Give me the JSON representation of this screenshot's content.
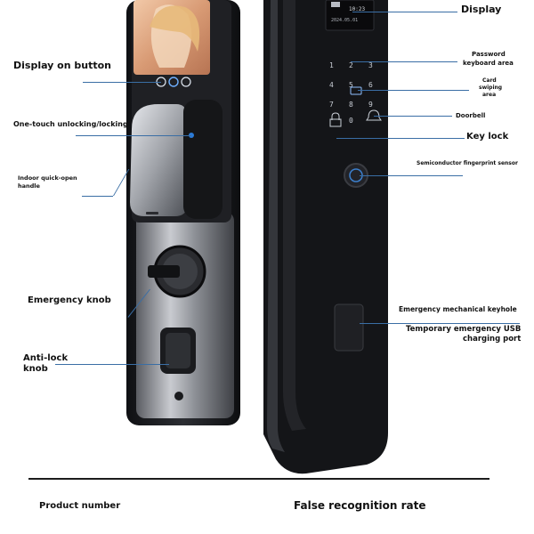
{
  "labels": {
    "display_on_button": "Display on button",
    "one_touch": "One-touch unlocking/locking",
    "indoor_handle_1": "Indoor quick-open",
    "indoor_handle_2": "handle",
    "emergency_knob": "Emergency knob",
    "anti_lock_1": "Anti-lock",
    "anti_lock_2": "knob",
    "display": "Display",
    "password_1": "Password",
    "password_2": "keyboard area",
    "card_1": "Card",
    "card_2": "swiping",
    "card_3": "area",
    "doorbell": "Doorbell",
    "key_lock": "Key lock",
    "fingerprint": "Semiconductor fingerprint sensor",
    "keyhole": "Emergency mechanical keyhole",
    "usb_1": "Temporary emergency USB",
    "usb_2": "charging port"
  },
  "spec_table": {
    "left_header": "Product number",
    "right_header": "False recognition rate"
  },
  "colors": {
    "leader_line": "#3a6ea5",
    "marker": "#2b7bd8",
    "lock_body": "#1b1c20",
    "panel_metal": "#8a8c92"
  },
  "icons": {
    "keypad_icons": [
      "lock-icon",
      "bell-icon",
      "card-icon",
      "key-icon"
    ]
  }
}
